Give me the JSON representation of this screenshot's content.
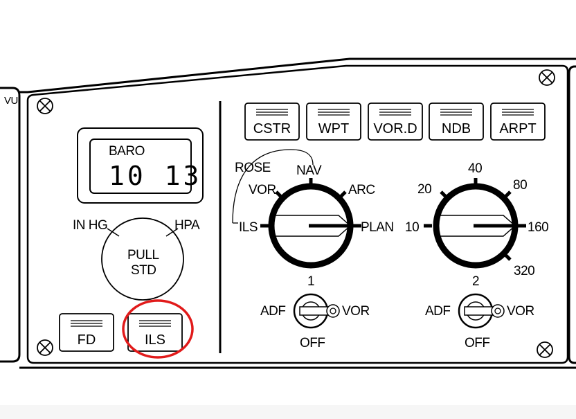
{
  "left_edge": {
    "label": "VU"
  },
  "efis": {
    "baro": {
      "label": "BARO",
      "value": "10 13"
    },
    "knob": {
      "left_label": "IN HG",
      "right_label": "HPA",
      "center_line1": "PULL",
      "center_line2": "STD"
    },
    "buttons": {
      "fd": "FD",
      "ils": "ILS"
    }
  },
  "nd": {
    "option_buttons": [
      "CSTR",
      "WPT",
      "VOR.D",
      "NDB",
      "ARPT"
    ],
    "mode_selector": {
      "labels": {
        "rose": "ROSE",
        "ils": "ILS",
        "vor": "VOR",
        "nav": "NAV",
        "arc": "ARC",
        "plan": "PLAN"
      },
      "selected": "PLAN"
    },
    "range_selector": {
      "values": [
        "10",
        "20",
        "40",
        "80",
        "160",
        "320"
      ],
      "selected": "160"
    },
    "switch1": {
      "number": "1",
      "left": "ADF",
      "right": "VOR",
      "bottom": "OFF"
    },
    "switch2": {
      "number": "2",
      "left": "ADF",
      "right": "VOR",
      "bottom": "OFF"
    }
  },
  "highlight": {
    "target": "ils-button",
    "color": "#e11a1a"
  }
}
